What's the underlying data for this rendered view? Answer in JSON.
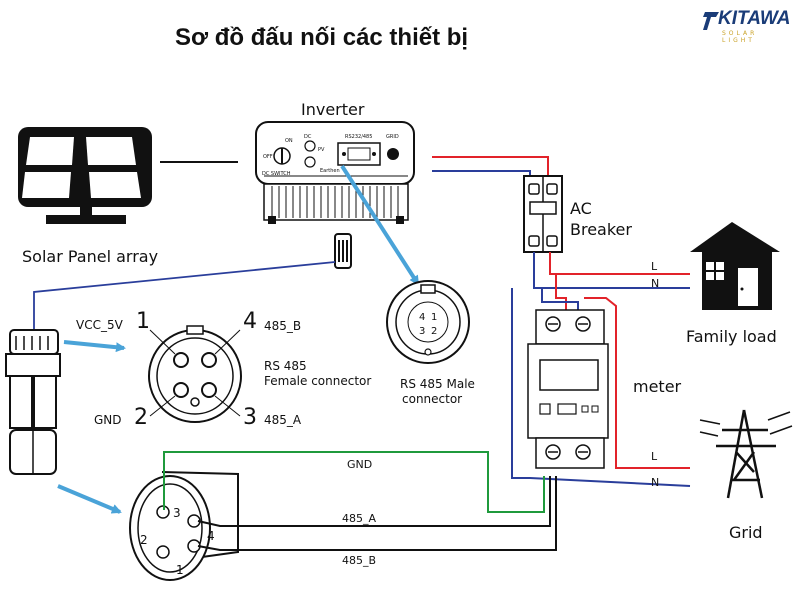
{
  "title": "Sơ đồ đấu nối các thiết bị",
  "logo": {
    "name": "KITAWA",
    "tagline": "SOLAR LIGHT"
  },
  "labels": {
    "inverter": "Inverter",
    "solar_panel": "Solar Panel array",
    "ac_breaker_1": "AC",
    "ac_breaker_2": "Breaker",
    "family_load": "Family load",
    "meter": "meter",
    "grid": "Grid",
    "l_top": "L",
    "n_top": "N",
    "l_bottom": "L",
    "n_bottom": "N"
  },
  "inverter_panel": {
    "on": "ON",
    "off": "OFF",
    "dc": "DC",
    "port_top": "RS232/485",
    "port_grid": "GRID",
    "port_pv": "PV",
    "port_left": "DC SWITCH",
    "port_bottom": "Earthen"
  },
  "female_connector": {
    "pin1": "1",
    "pin2": "2",
    "pin3": "3",
    "pin4": "4",
    "vcc": "VCC_5V",
    "b": "485_B",
    "gnd": "GND",
    "a": "485_A",
    "caption_1": "RS 485",
    "caption_2": "Female connector"
  },
  "male_connector": {
    "caption_1": "RS 485 Male",
    "caption_2": "connector",
    "pin_4": "4",
    "pin_1": "1",
    "pin_3": "3",
    "pin_2": "2"
  },
  "plug": {
    "pin1": "1",
    "pin2": "2",
    "pin3": "3",
    "pin4": "4",
    "wire_gnd": "GND",
    "wire_a": "485_A",
    "wire_b": "485_B"
  },
  "colors": {
    "red": "#e2232a",
    "blue": "#2a3e9b",
    "green": "#1f9a3c",
    "arrow": "#4aa3d8",
    "black": "#111111",
    "logo_blue": "#1a3c78",
    "logo_gold": "#c9a227"
  }
}
